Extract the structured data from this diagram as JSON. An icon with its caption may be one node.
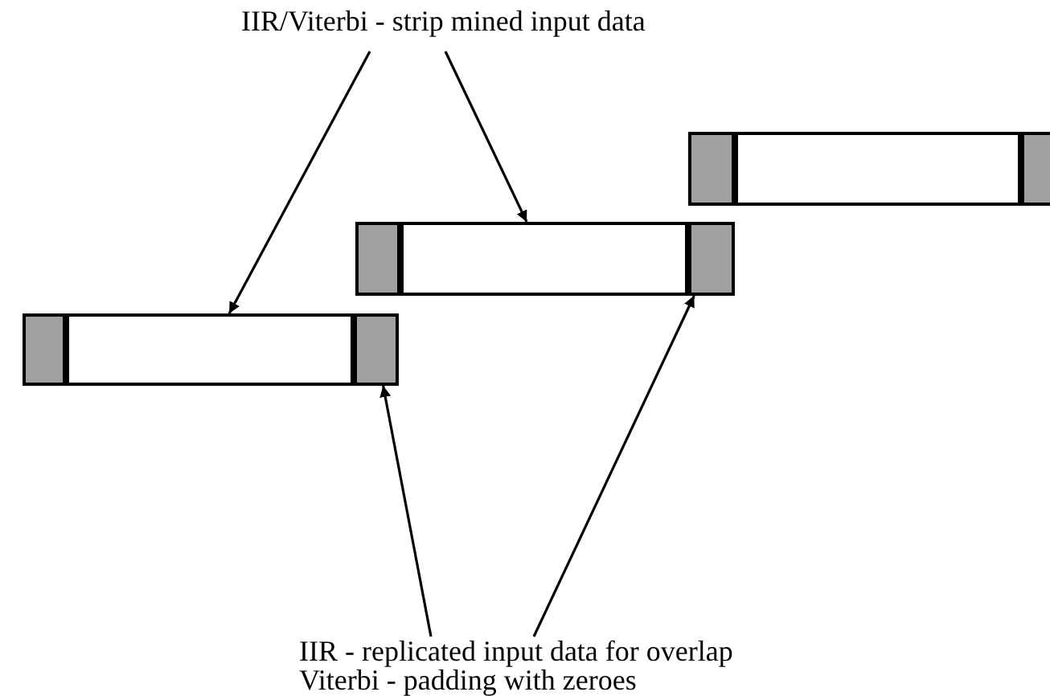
{
  "diagram": {
    "nodes": [
      {
        "text": [
          "IIR/Viterbi - strip mined input data"
        ]
      },
      {
        "text": [],
        "shape": "box"
      },
      {
        "text": [],
        "shape": "box"
      },
      {
        "text": [],
        "shape": "box"
      },
      {
        "text": [],
        "shape": "box"
      },
      {
        "text": [],
        "shape": "box"
      },
      {
        "text": [],
        "shape": "box"
      },
      {
        "text": [],
        "shape": "box"
      },
      {
        "text": [],
        "shape": "box"
      },
      {
        "text": [],
        "shape": "box"
      },
      {
        "text": [
          "IIR - replicated input data for overlap",
          "Viterbi - padding with zeroes"
        ]
      }
    ],
    "edges": [
      {
        "from": 0,
        "to": 8,
        "arrow": "to"
      },
      {
        "from": 0,
        "to": 5,
        "arrow": "to"
      },
      {
        "from": 10,
        "to": 9,
        "arrow": "to"
      },
      {
        "from": 10,
        "to": 6,
        "arrow": "to"
      }
    ]
  }
}
